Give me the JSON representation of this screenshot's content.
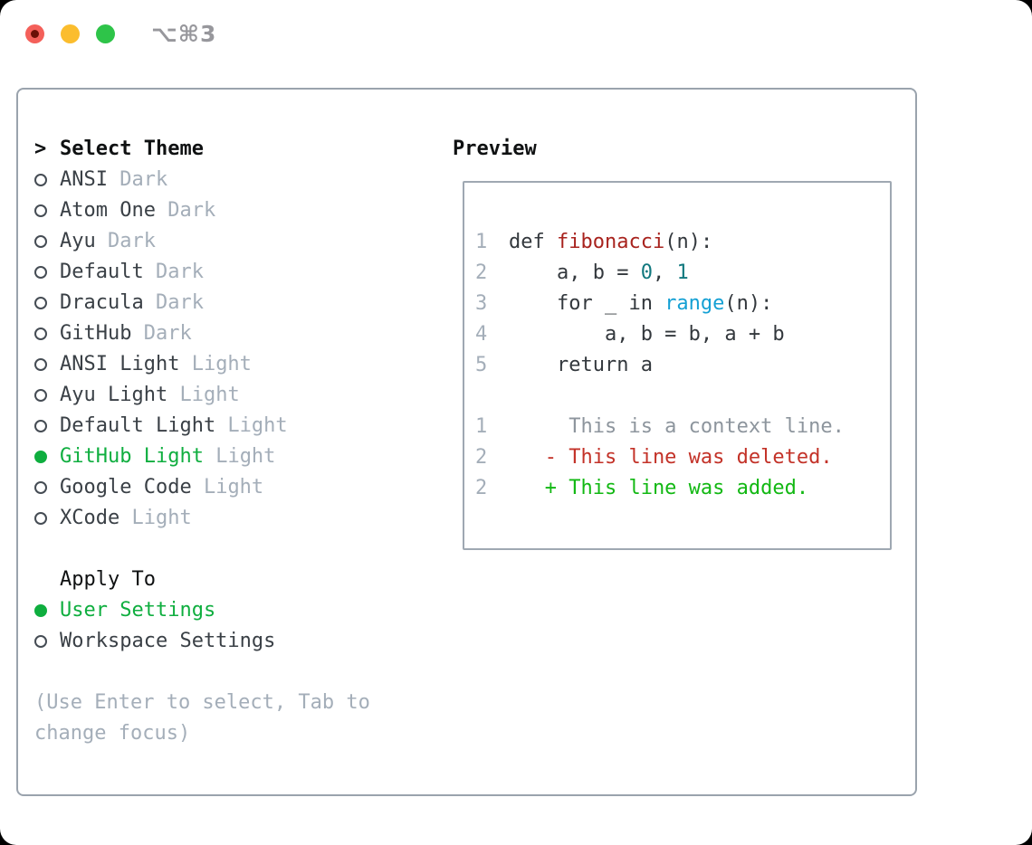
{
  "window": {
    "shortcut_label": "⌥⌘3",
    "traffic_lights": {
      "close": {
        "icon": "close-circle-icon",
        "color": "#f4605a",
        "dot_color": "#6b1007"
      },
      "minimize": {
        "icon": "minimize-circle-icon",
        "color": "#fbbd2e"
      },
      "zoom": {
        "icon": "zoom-circle-icon",
        "color": "#2ec449"
      }
    }
  },
  "colors": {
    "panel_border": "#9aa3ad",
    "selection_green": "#0fae3f",
    "item_text": "#3a4046",
    "heading_text": "#0f1112",
    "muted_text": "#a4aeb9",
    "syntax": {
      "plain": "#33383d",
      "function": "#a8231e",
      "number": "#11787e",
      "builtin": "#14a0d4",
      "lineno": "#a4aeb9",
      "context": "#8d959d",
      "deleted": "#c33228",
      "added": "#12b813"
    }
  },
  "theme_panel": {
    "heading": {
      "prefix": ">",
      "label": "Select Theme"
    },
    "themes": [
      {
        "name": "ANSI",
        "variant": "Dark",
        "selected": false
      },
      {
        "name": "Atom One",
        "variant": "Dark",
        "selected": false
      },
      {
        "name": "Ayu",
        "variant": "Dark",
        "selected": false
      },
      {
        "name": "Default",
        "variant": "Dark",
        "selected": false
      },
      {
        "name": "Dracula",
        "variant": "Dark",
        "selected": false
      },
      {
        "name": "GitHub",
        "variant": "Dark",
        "selected": false
      },
      {
        "name": "ANSI Light",
        "variant": "Light",
        "selected": false
      },
      {
        "name": "Ayu Light",
        "variant": "Light",
        "selected": false
      },
      {
        "name": "Default Light",
        "variant": "Light",
        "selected": false
      },
      {
        "name": "GitHub Light",
        "variant": "Light",
        "selected": true
      },
      {
        "name": "Google Code",
        "variant": "Light",
        "selected": false
      },
      {
        "name": "XCode",
        "variant": "Light",
        "selected": false
      }
    ],
    "apply_to": {
      "heading": "Apply To",
      "options": [
        {
          "label": "User Settings",
          "selected": true
        },
        {
          "label": "Workspace Settings",
          "selected": false
        }
      ]
    },
    "help_lines": [
      "(Use Enter to select, Tab to",
      "change focus)"
    ]
  },
  "preview": {
    "heading": "Preview",
    "code_lines": [
      {
        "num": "1",
        "tokens": [
          {
            "text": "def ",
            "style": "plain"
          },
          {
            "text": "fibonacci",
            "style": "function"
          },
          {
            "text": "(n):",
            "style": "plain"
          }
        ]
      },
      {
        "num": "2",
        "tokens": [
          {
            "text": "    a, b = ",
            "style": "plain"
          },
          {
            "text": "0",
            "style": "number"
          },
          {
            "text": ", ",
            "style": "plain"
          },
          {
            "text": "1",
            "style": "number"
          }
        ]
      },
      {
        "num": "3",
        "tokens": [
          {
            "text": "    for _ in ",
            "style": "plain"
          },
          {
            "text": "range",
            "style": "builtin"
          },
          {
            "text": "(n):",
            "style": "plain"
          }
        ]
      },
      {
        "num": "4",
        "tokens": [
          {
            "text": "        a, b = b, a + b",
            "style": "plain"
          }
        ]
      },
      {
        "num": "5",
        "tokens": [
          {
            "text": "    return a",
            "style": "plain"
          }
        ]
      },
      {
        "num": "",
        "tokens": []
      },
      {
        "num": "1",
        "tokens": [
          {
            "text": "     This is a context line.",
            "style": "context"
          }
        ]
      },
      {
        "num": "2",
        "tokens": [
          {
            "text": "   - This line was deleted.",
            "style": "deleted"
          }
        ]
      },
      {
        "num": "2",
        "tokens": [
          {
            "text": "   + This line was added.",
            "style": "added"
          }
        ]
      }
    ]
  }
}
